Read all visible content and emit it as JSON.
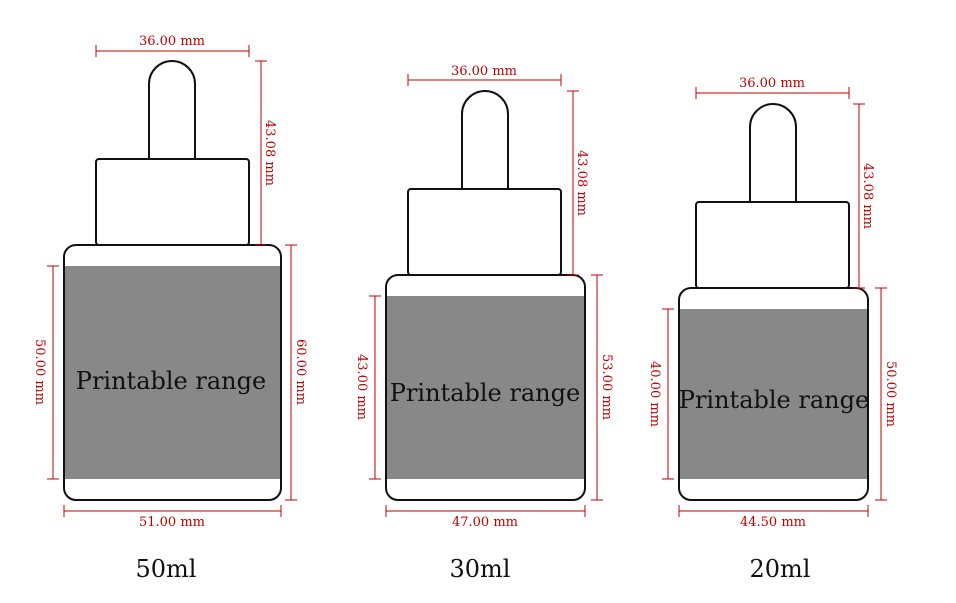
{
  "bottles": [
    {
      "capacity": "50ml",
      "top_width": "36.00 mm",
      "dropper_height": "43.08 mm",
      "print_height": "50.00 mm",
      "body_height": "60.00 mm",
      "body_width": "51.00 mm",
      "print_label": "Printable range"
    },
    {
      "capacity": "30ml",
      "top_width": "36.00 mm",
      "dropper_height": "43.08 mm",
      "print_height": "43.00 mm",
      "body_height": "53.00 mm",
      "body_width": "47.00 mm",
      "print_label": "Printable range"
    },
    {
      "capacity": "20ml",
      "top_width": "36.00 mm",
      "dropper_height": "43.08 mm",
      "print_height": "40.00 mm",
      "body_height": "50.00 mm",
      "body_width": "44.50 mm",
      "print_label": "Printable range"
    }
  ],
  "colors": {
    "dimension": "#c00000",
    "print_area": "#888888",
    "outline": "#111111"
  }
}
